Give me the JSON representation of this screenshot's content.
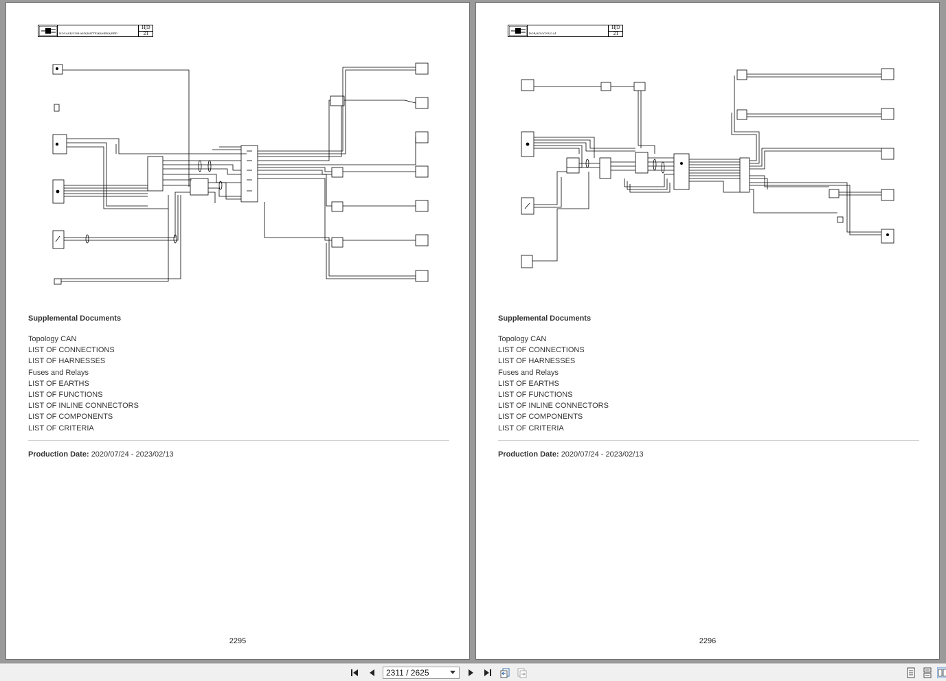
{
  "pages": [
    {
      "page_number": "2295",
      "title_block": {
        "code": "NOCASE/COR-ANX/KATTE/KAMEKA/ERD",
        "side_top": "HJD",
        "side_bottom": "21"
      },
      "diagram_icon": "wiring-diagram",
      "supplemental_heading": "Supplemental Documents",
      "links": [
        "Topology CAN",
        "LIST OF CONNECTIONS",
        "LIST OF HARNESSES",
        "Fuses and Relays",
        "LIST OF EARTHS",
        "LIST OF FUNCTIONS",
        "LIST OF INLINE CONNECTORS",
        "LIST OF COMPONENTS",
        "LIST OF CRITERIA"
      ],
      "production_label": "Production Date:",
      "production_value": "2020/07/24 - 2023/02/13"
    },
    {
      "page_number": "2296",
      "title_block": {
        "code": "DOR/ADV/CNV/2A1",
        "side_top": "HJD",
        "side_bottom": "21"
      },
      "diagram_icon": "wiring-diagram",
      "supplemental_heading": "Supplemental Documents",
      "links": [
        "Topology CAN",
        "LIST OF CONNECTIONS",
        "LIST OF HARNESSES",
        "Fuses and Relays",
        "LIST OF EARTHS",
        "LIST OF FUNCTIONS",
        "LIST OF INLINE CONNECTORS",
        "LIST OF COMPONENTS",
        "LIST OF CRITERIA"
      ],
      "production_label": "Production Date:",
      "production_value": "2020/07/24 - 2023/02/13"
    }
  ],
  "toolbar": {
    "page_indicator": "2311 / 2625",
    "icons": [
      "first-page-icon",
      "previous-page-icon",
      "next-page-icon",
      "last-page-icon",
      "go-back-icon",
      "go-forward-icon",
      "single-page-view-icon",
      "continuous-view-icon",
      "two-page-view-icon"
    ]
  },
  "colors": {
    "viewer_background": "#9a9a9a",
    "page_background": "#ffffff",
    "toolbar_background": "#f0f0f0",
    "text": "#333333"
  }
}
